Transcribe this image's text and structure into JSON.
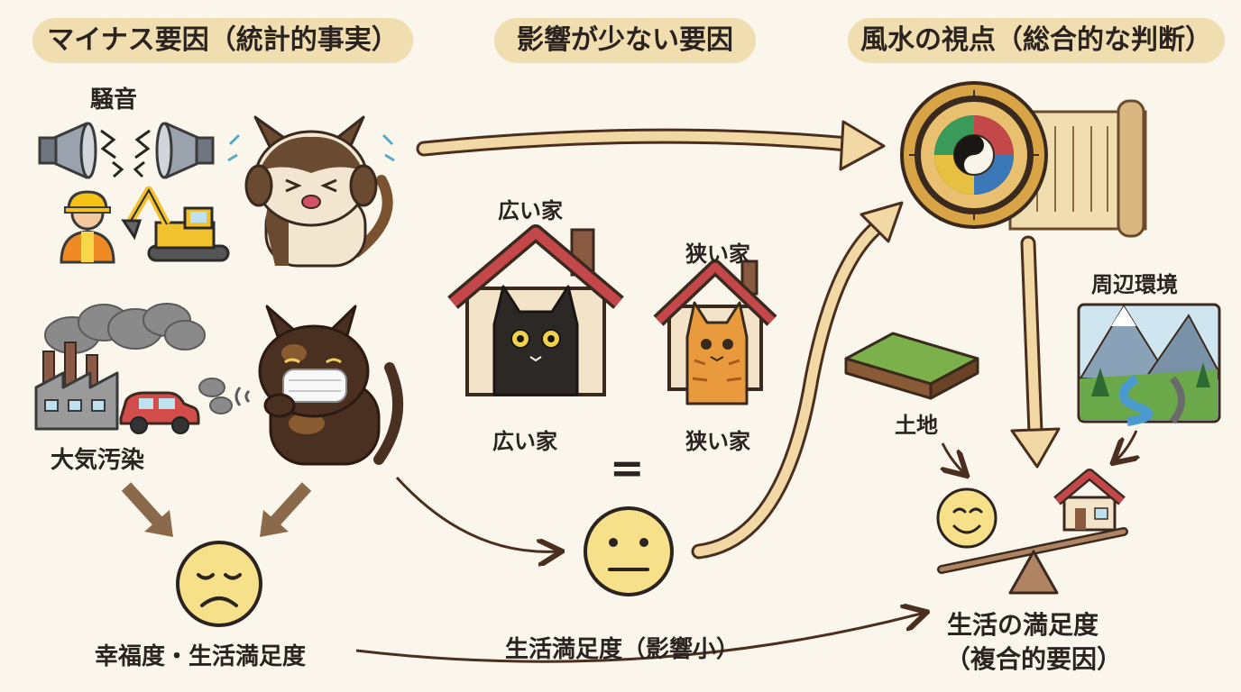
{
  "headers": {
    "negative": "マイナス要因（統計的事実）",
    "minor": "影響が少ない要因",
    "fengshui": "風水の視点（総合的な判断）"
  },
  "labels": {
    "noise": "騒音",
    "air_pollution": "大気汚染",
    "happiness": "幸福度・生活満足度",
    "large_house_top": "広い家",
    "large_house_bottom": "広い家",
    "small_house_top": "狭い家",
    "small_house_bottom": "狭い家",
    "equals": "=",
    "satisfaction_minor": "生活満足度（影響小）",
    "land": "土地",
    "surroundings": "周辺環境",
    "satisfaction_line1": "生活の満足度",
    "satisfaction_line2": "（複合的要因）"
  },
  "colors": {
    "background": "#fbf6ec",
    "header_pill": "#f0ddb0",
    "arrow_tan": "#f2d8a4",
    "arrow_brown": "#8a6a4a",
    "arrow_dark": "#4a2e1e",
    "face_yellow": "#f7e08a",
    "roof_red": "#c4474a"
  },
  "icons": [
    "megaphone-icon",
    "noise-icon",
    "worker-icon",
    "excavator-icon",
    "cat-distressed-icon",
    "factory-icon",
    "smoke-icon",
    "car-icon",
    "cat-masked-icon",
    "sad-face-icon",
    "large-house-icon",
    "small-house-icon",
    "black-cat-icon",
    "orange-cat-icon",
    "neutral-face-icon",
    "compass-icon",
    "scroll-icon",
    "land-icon",
    "mountain-landscape-icon",
    "smiling-face-icon",
    "small-house-seesaw-icon",
    "seesaw-icon"
  ]
}
